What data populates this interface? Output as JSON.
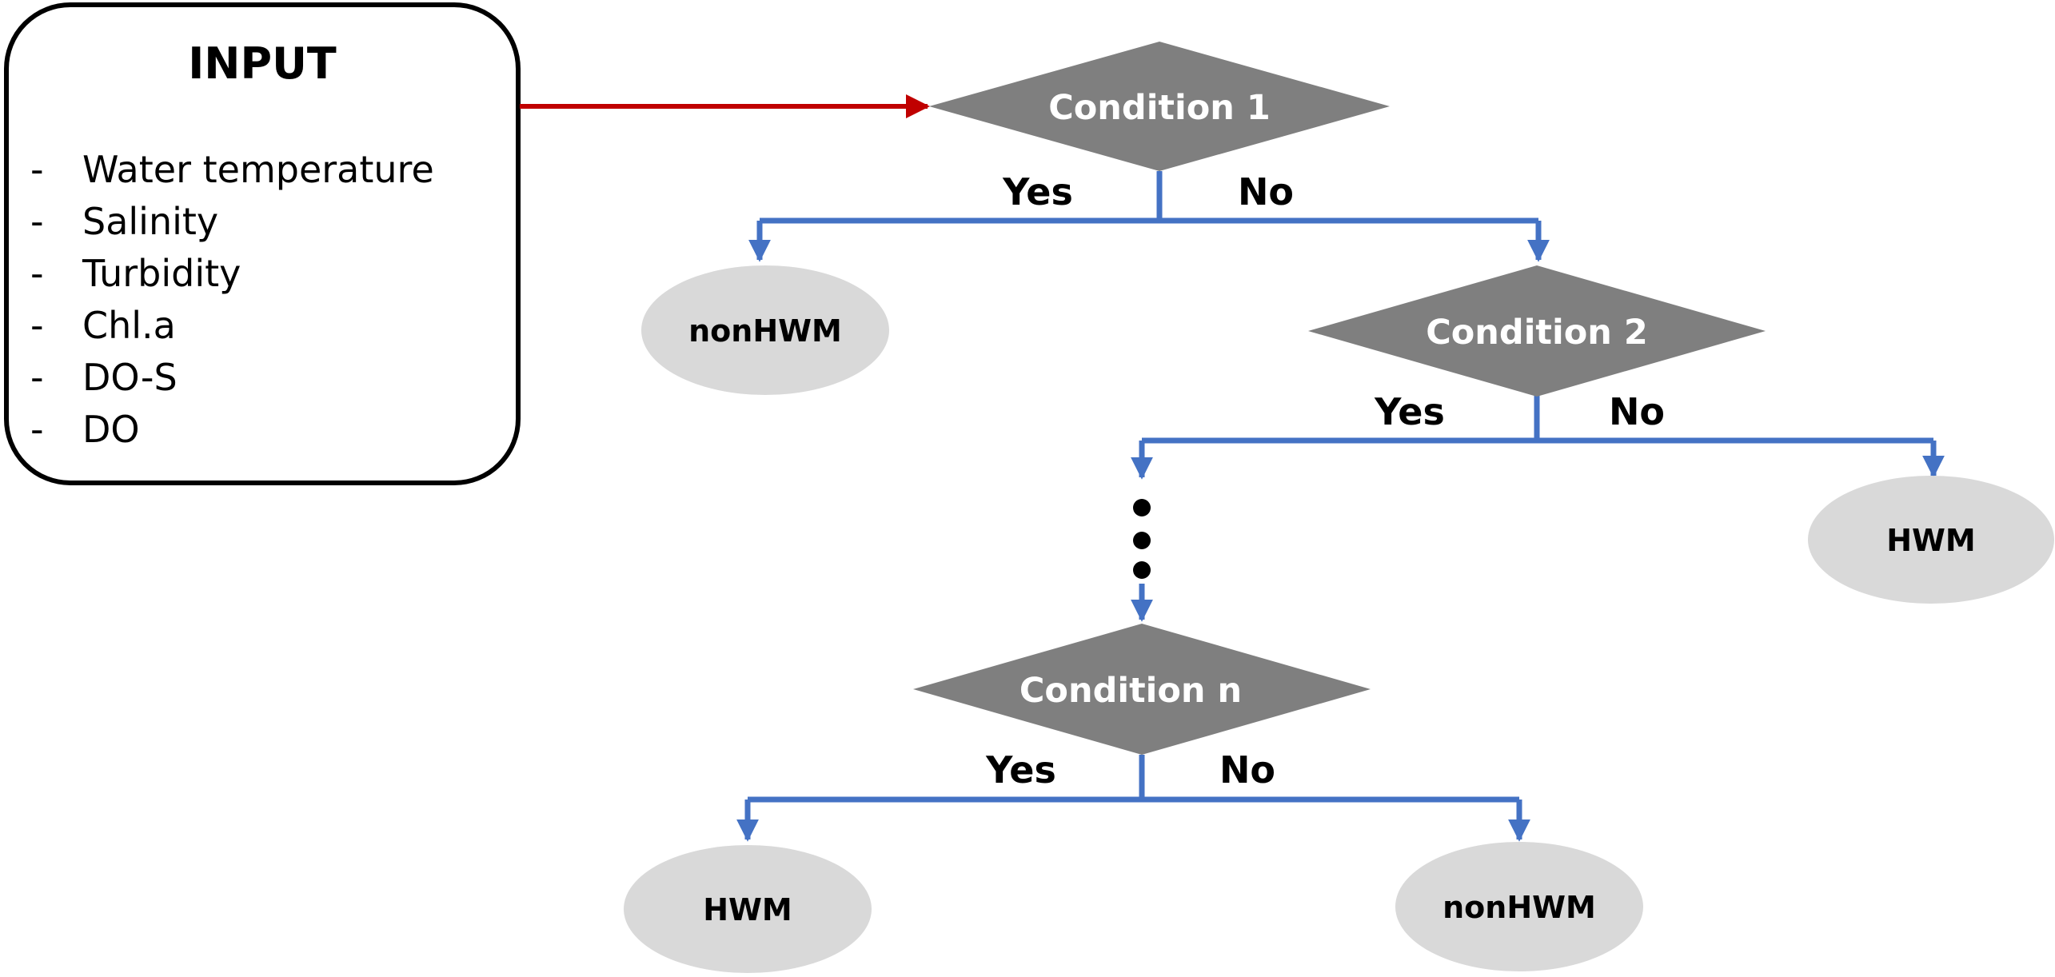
{
  "input": {
    "title": "INPUT",
    "bullet": "-",
    "items": [
      "Water temperature",
      "Salinity",
      "Turbidity",
      "Chl.a",
      "DO-S",
      "DO"
    ]
  },
  "conditions": [
    "Condition 1",
    "Condition 2",
    "Condition n"
  ],
  "branches": {
    "yes": "Yes",
    "no": "No"
  },
  "leaves": [
    "nonHWM",
    "HWM",
    "HWM",
    "nonHWM"
  ],
  "colors": {
    "diamond": "#7f7f7f",
    "leaf": "#d9d9d9",
    "flow_line": "#4472c4",
    "input_arrow": "#c00000"
  }
}
